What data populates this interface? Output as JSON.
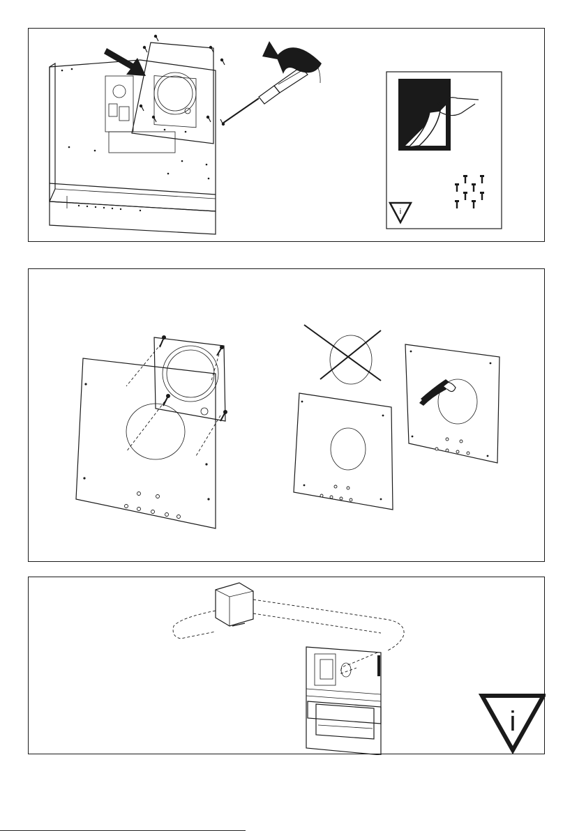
{
  "panels": [
    {
      "id": "step-1",
      "content": "remove-panel-and-unscrew-cover"
    },
    {
      "id": "step-2",
      "content": "attach-duct-collar-or-cut-opening"
    },
    {
      "id": "step-3",
      "content": "connect-duct-to-external-outlet"
    }
  ],
  "icons": {
    "info": "info-triangle-icon",
    "peel": "peel-film-icon",
    "screws": "screw-set-icon",
    "pliers": "pliers-icon",
    "screwdriver": "screwdriver-icon",
    "arrow": "direction-arrow-icon",
    "not_allowed": "cross-out-icon"
  },
  "info_symbol": "i",
  "colors": {
    "line": "#1a1a1a",
    "background": "#ffffff"
  }
}
